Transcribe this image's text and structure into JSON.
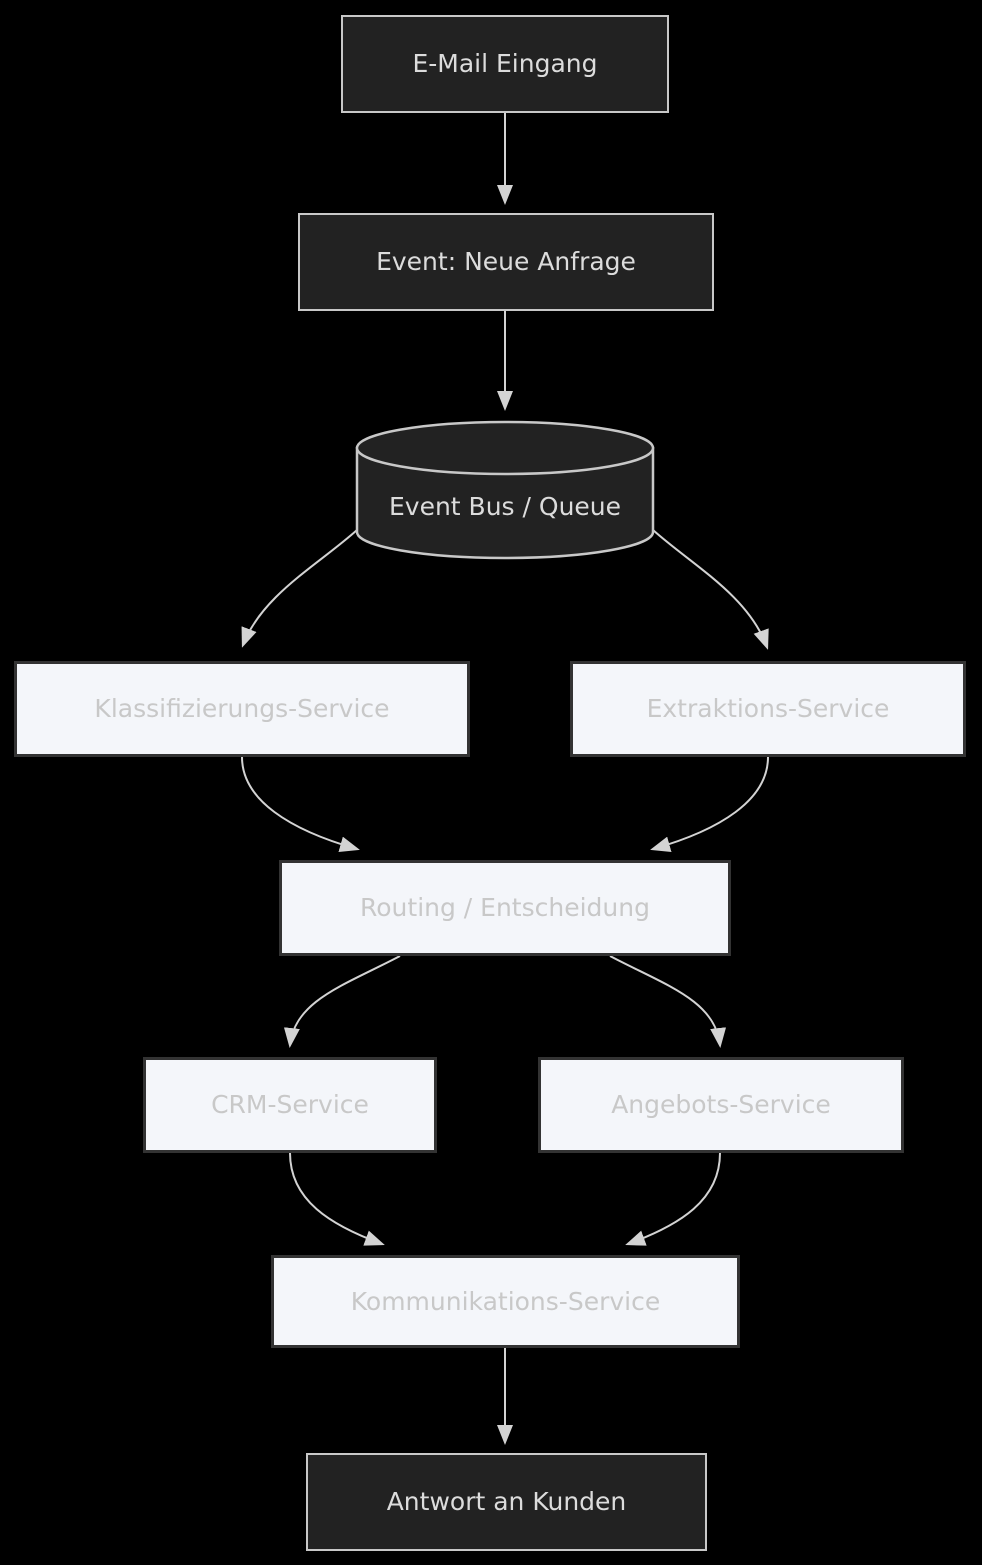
{
  "diagram": {
    "type": "flowchart",
    "direction": "top-to-bottom",
    "background_color": "#000000",
    "nodes": [
      {
        "id": "email_eingang",
        "label": "E-Mail Eingang",
        "shape": "rect",
        "style": "dark"
      },
      {
        "id": "event_neue_anfrage",
        "label": "Event: Neue Anfrage",
        "shape": "rect",
        "style": "dark"
      },
      {
        "id": "event_bus_queue",
        "label": "Event Bus / Queue",
        "shape": "cylinder",
        "style": "dark"
      },
      {
        "id": "klassifizierungsservice",
        "label": "Klassifizierungs-Service",
        "shape": "rect",
        "style": "light"
      },
      {
        "id": "extraktionsservice",
        "label": "Extraktions-Service",
        "shape": "rect",
        "style": "light"
      },
      {
        "id": "routing_entscheidung",
        "label": "Routing / Entscheidung",
        "shape": "rect",
        "style": "light"
      },
      {
        "id": "crm_service",
        "label": "CRM-Service",
        "shape": "rect",
        "style": "light"
      },
      {
        "id": "angebots_service",
        "label": "Angebots-Service",
        "shape": "rect",
        "style": "light"
      },
      {
        "id": "kommunikations_service",
        "label": "Kommunikations-Service",
        "shape": "rect",
        "style": "light"
      },
      {
        "id": "antwort_an_kunden",
        "label": "Antwort an Kunden",
        "shape": "rect",
        "style": "dark"
      }
    ],
    "edges": [
      {
        "from": "email_eingang",
        "to": "event_neue_anfrage",
        "label": ""
      },
      {
        "from": "event_neue_anfrage",
        "to": "event_bus_queue",
        "label": ""
      },
      {
        "from": "event_bus_queue",
        "to": "klassifizierungsservice",
        "label": ""
      },
      {
        "from": "event_bus_queue",
        "to": "extraktionsservice",
        "label": ""
      },
      {
        "from": "klassifizierungsservice",
        "to": "routing_entscheidung",
        "label": ""
      },
      {
        "from": "extraktionsservice",
        "to": "routing_entscheidung",
        "label": ""
      },
      {
        "from": "routing_entscheidung",
        "to": "crm_service",
        "label": ""
      },
      {
        "from": "routing_entscheidung",
        "to": "angebots_service",
        "label": ""
      },
      {
        "from": "crm_service",
        "to": "kommunikations_service",
        "label": ""
      },
      {
        "from": "angebots_service",
        "to": "kommunikations_service",
        "label": ""
      },
      {
        "from": "kommunikations_service",
        "to": "antwort_an_kunden",
        "label": ""
      }
    ],
    "colors": {
      "dark_node_fill": "#222222",
      "dark_node_border": "#c8c8c8",
      "dark_node_text": "#dcdcdc",
      "light_node_fill": "#f4f6fa",
      "light_node_border": "#333333",
      "light_node_text": "#c8c8c8",
      "edge_stroke": "#d3d3d3"
    }
  }
}
